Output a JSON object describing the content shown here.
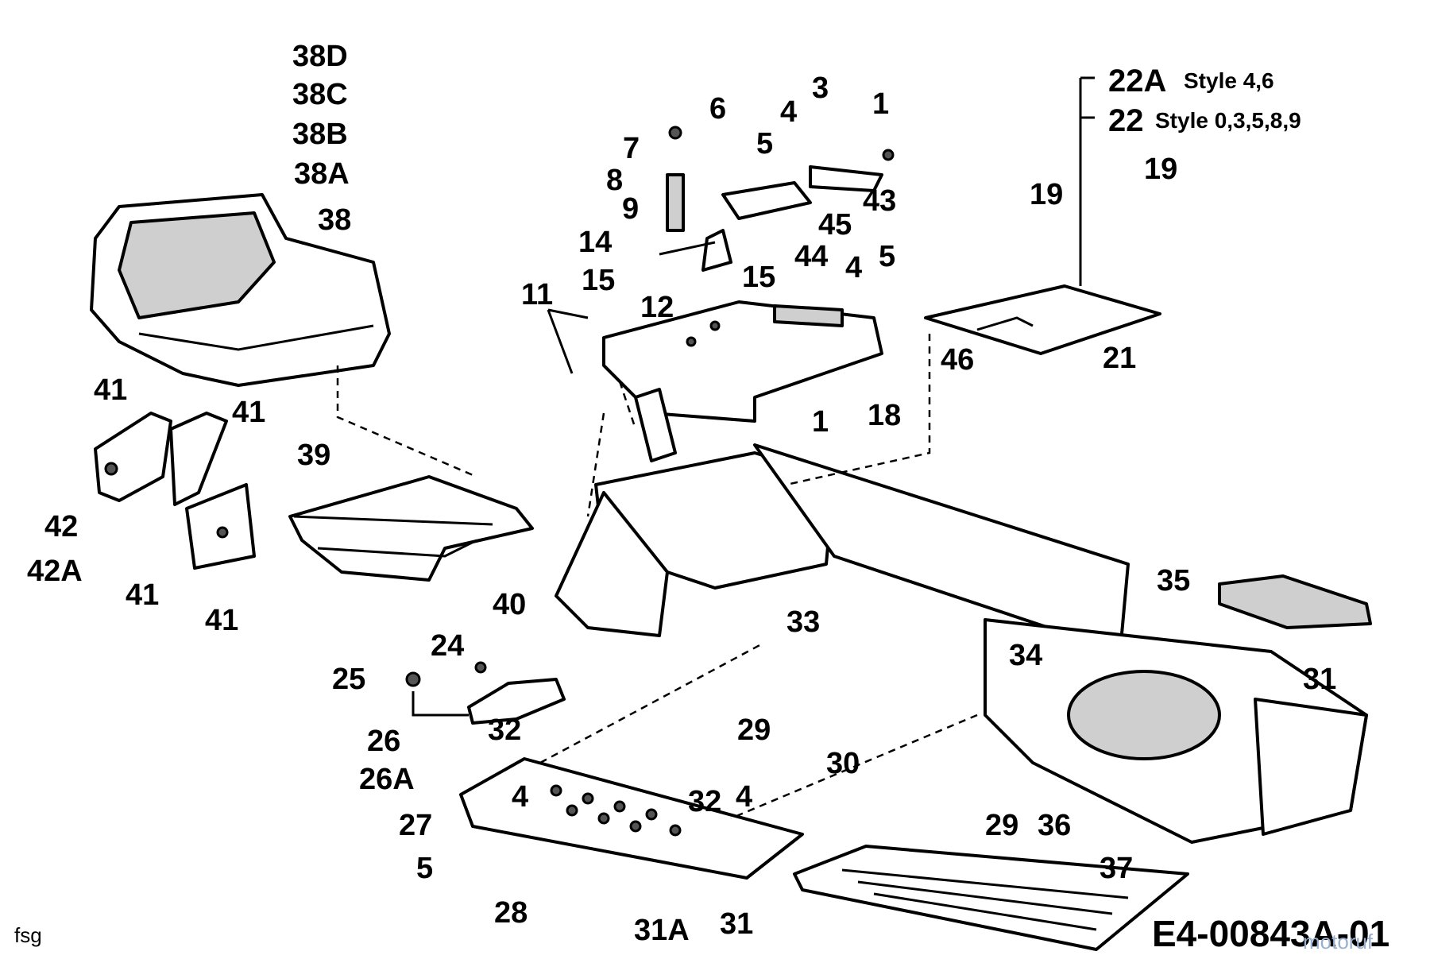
{
  "diagram": {
    "drawing_code": "E4-00843A-01",
    "drafter_initials": "fsg",
    "watermark": "motoruf",
    "style_variants": [
      {
        "part": "22A",
        "style": "Style 4,6"
      },
      {
        "part": "22",
        "style": "Style 0,3,5,8,9"
      }
    ],
    "part_labels": [
      "38D",
      "38C",
      "38B",
      "38A",
      "38",
      "6",
      "3",
      "1",
      "4",
      "5",
      "7",
      "8",
      "9",
      "43",
      "45",
      "14",
      "44",
      "15",
      "15",
      "4",
      "5",
      "11",
      "12",
      "41",
      "41",
      "42",
      "42A",
      "41",
      "41",
      "39",
      "40",
      "18",
      "1",
      "19",
      "19",
      "46",
      "21",
      "35",
      "33",
      "31",
      "24",
      "25",
      "26",
      "26A",
      "32",
      "29",
      "30",
      "34",
      "4",
      "27",
      "5",
      "28",
      "32",
      "4",
      "29",
      "36",
      "31A",
      "31",
      "37"
    ]
  }
}
